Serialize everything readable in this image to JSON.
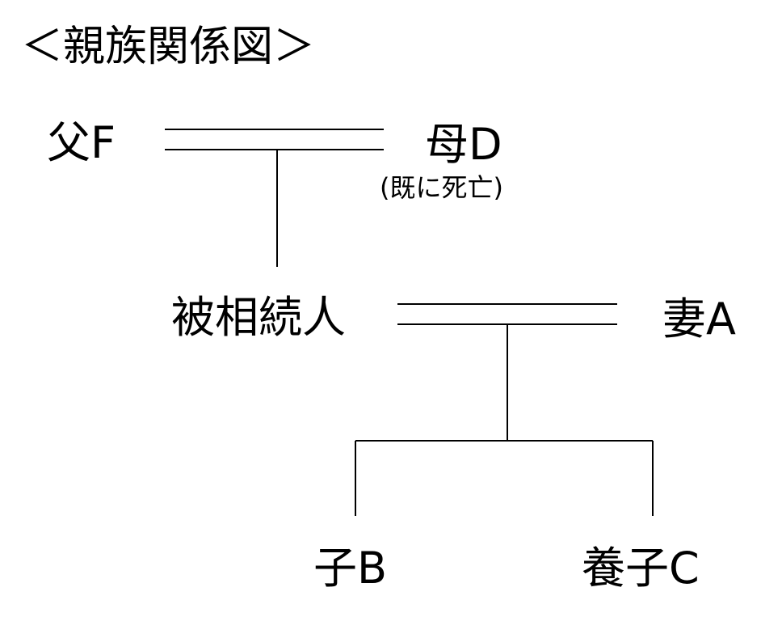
{
  "title": "＜親族関係図＞",
  "people": {
    "father": "父F",
    "mother": "母D",
    "mother_note": "(既に死亡)",
    "deceased": "被相続人",
    "wife": "妻A",
    "child_b": "子B",
    "child_c": "養子C"
  },
  "colors": {
    "line": "#000000",
    "text": "#000000",
    "background": "#ffffff"
  }
}
